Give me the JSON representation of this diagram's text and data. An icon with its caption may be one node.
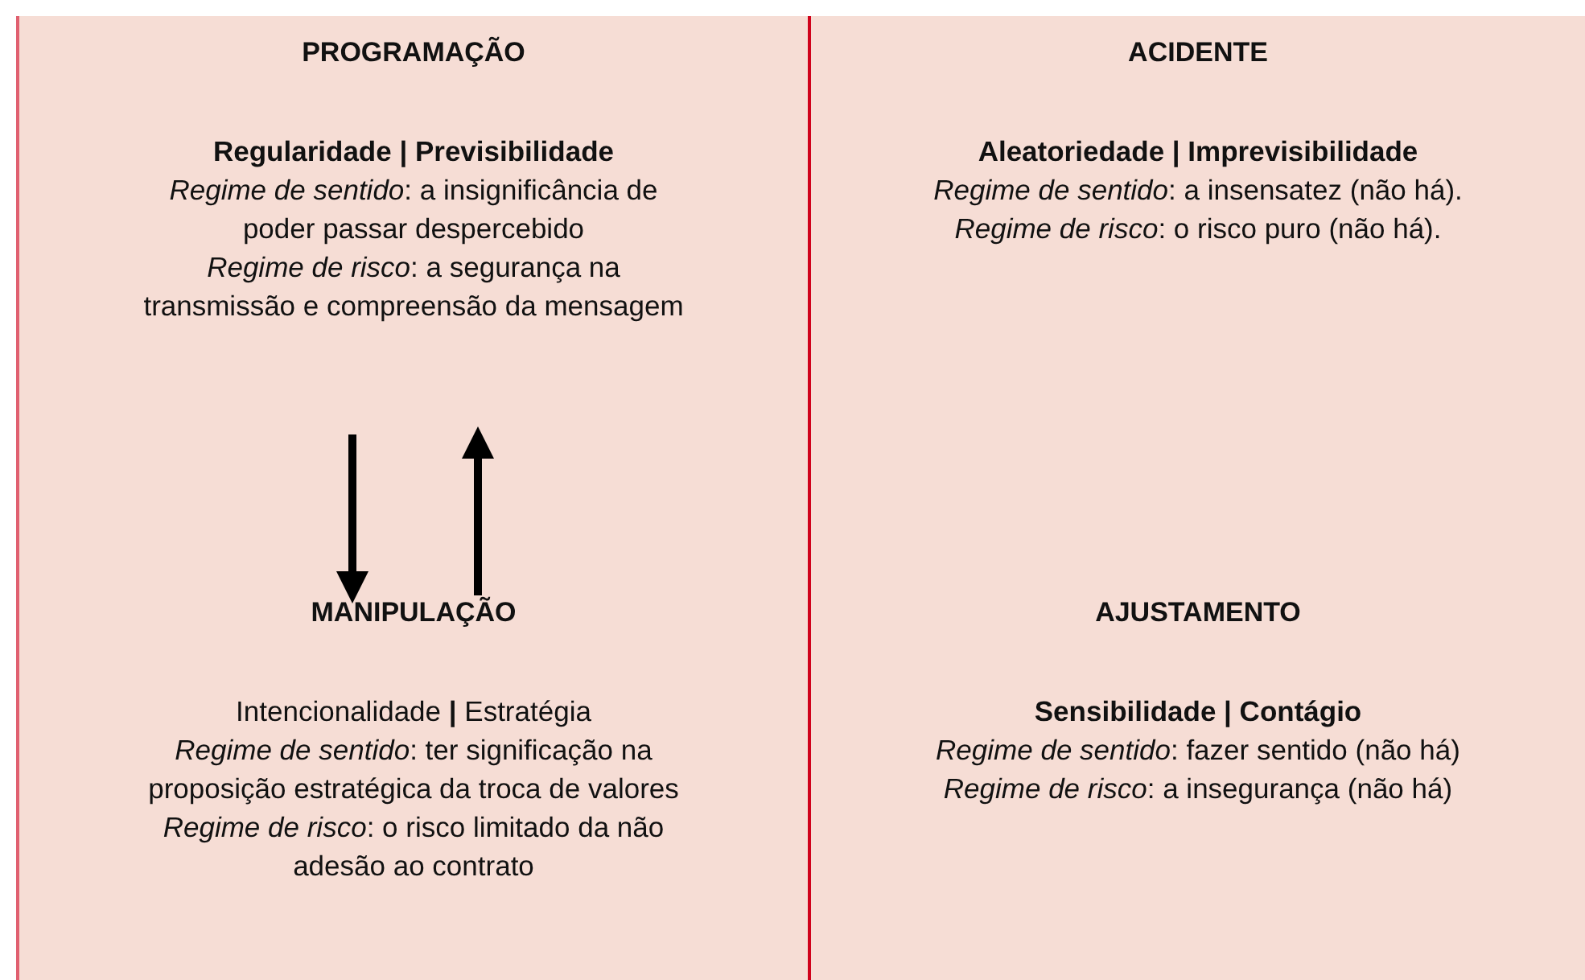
{
  "diagram": {
    "nodes": [
      {
        "text": [
          "PROGRAMAÇÃO",
          "**Regularidade | Previsibilidade**",
          "*Regime de sentido*: a insignificância de poder passar despercebido",
          "*Regime de risco*: a segurança na transmissão e compreensão da mensagem"
        ]
      },
      {
        "text": [
          "ACIDENTE",
          "**Aleatoriedade | Imprevisibilidade**",
          "*Regime de sentido*: a insensatez (não há).",
          "*Regime de risco*: o risco puro (não há)."
        ]
      },
      {
        "text": [
          "MANIPULAÇÃO",
          "Intencionalidade **|** Estratégia",
          "*Regime de sentido*: ter significação na proposição estratégica da troca de valores",
          "*Regime de risco*: o risco limitado da não adesão ao contrato"
        ]
      },
      {
        "text": [
          "AJUSTAMENTO",
          "**Sensibilidade | Contágio**",
          "*Regime de sentido*: fazer sentido (não há)",
          "*Regime de risco*: a insegurança (não há)"
        ]
      }
    ],
    "edges": [
      {
        "from": 0,
        "to": 2,
        "arrow": "to"
      },
      {
        "from": 2,
        "to": 0,
        "arrow": "to"
      }
    ]
  }
}
